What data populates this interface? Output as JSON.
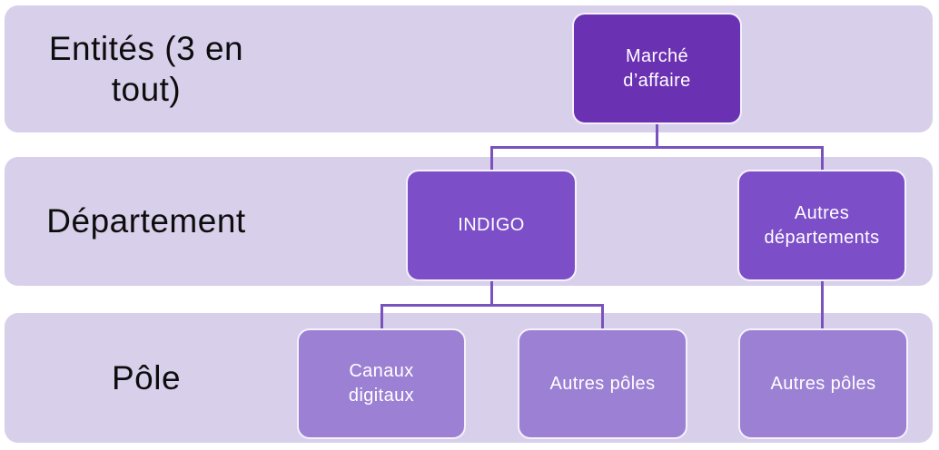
{
  "bands": [
    {
      "id": "entites",
      "label": "Entités (3 en\ntout)"
    },
    {
      "id": "departement",
      "label": "Département"
    },
    {
      "id": "pole",
      "label": "Pôle"
    }
  ],
  "nodes": [
    {
      "id": "marche-affaire",
      "level": "entite",
      "label": "Marché\nd’affaire"
    },
    {
      "id": "indigo",
      "level": "departement",
      "label": "INDIGO"
    },
    {
      "id": "autres-departements",
      "level": "departement",
      "label": "Autres\ndépartements"
    },
    {
      "id": "canaux-digitaux",
      "level": "pole",
      "label": "Canaux\ndigitaux"
    },
    {
      "id": "autres-poles-1",
      "level": "pole",
      "label": "Autres pôles"
    },
    {
      "id": "autres-poles-2",
      "level": "pole",
      "label": "Autres pôles"
    }
  ],
  "edges": [
    {
      "from": "marche-affaire",
      "to": "indigo"
    },
    {
      "from": "marche-affaire",
      "to": "autres-departements"
    },
    {
      "from": "indigo",
      "to": "canaux-digitaux"
    },
    {
      "from": "indigo",
      "to": "autres-poles-1"
    },
    {
      "from": "autres-departements",
      "to": "autres-poles-2"
    }
  ],
  "colors": {
    "band-bg": "#D8CFEB",
    "root-box-bg": "#6B31B3",
    "dept-box-bg": "#7C4EC8",
    "pole-box-bg": "#9C80D3",
    "box-border": "#F4F1FB",
    "box-text": "#FFFFFF",
    "connector": "#7A52BC",
    "label-text": "#0D0D0D"
  }
}
